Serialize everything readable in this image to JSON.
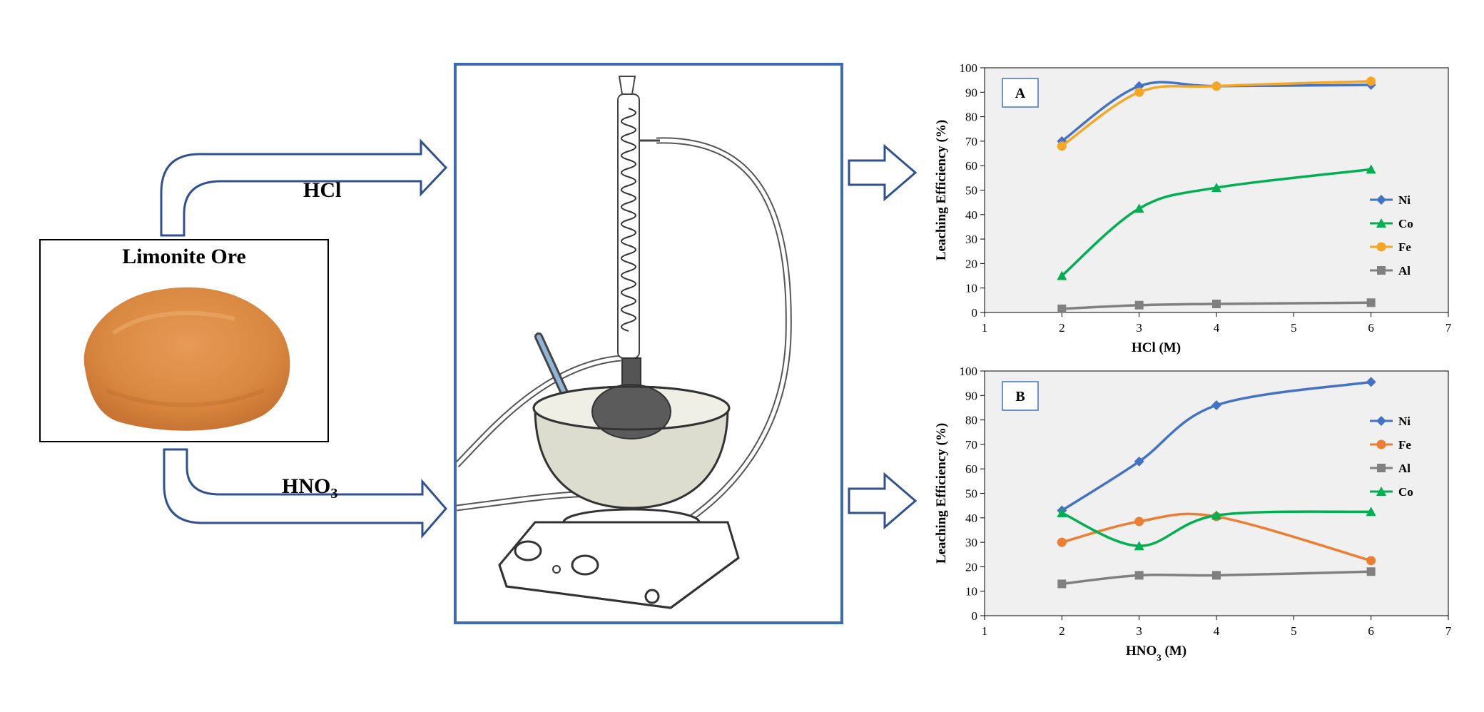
{
  "ore": {
    "title": "Limonite Ore"
  },
  "flow": {
    "acid_top": "HCl",
    "acid_bottom_base": "HNO",
    "acid_bottom_sub": "3"
  },
  "colors": {
    "ni": "#4472c4",
    "co": "#00b050",
    "fe": "#ed7d31",
    "fe_a": "#f5a623",
    "al": "#808080",
    "frame_blue": "#3f6bb5",
    "plot_bg": "#f0f0f0"
  },
  "chart_data": [
    {
      "type": "line",
      "panel_label": "A",
      "xlabel": "HCl (M)",
      "xlabel_sub": "",
      "ylabel": "Leaching Efficiency (%)",
      "xlim": [
        1,
        7
      ],
      "ylim": [
        0,
        100
      ],
      "xticks": [
        1,
        2,
        3,
        4,
        5,
        6,
        7
      ],
      "yticks": [
        0,
        10,
        20,
        30,
        40,
        50,
        60,
        70,
        80,
        90,
        100
      ],
      "grid": false,
      "legend_position": "right",
      "x": [
        2,
        3,
        4,
        6
      ],
      "series": [
        {
          "name": "Ni",
          "values": [
            70,
            92.5,
            92.5,
            93
          ],
          "marker": "diamond",
          "color": "#4472c4"
        },
        {
          "name": "Co",
          "values": [
            15,
            42.5,
            51,
            58.5
          ],
          "marker": "triangle",
          "color": "#00b050"
        },
        {
          "name": "Fe",
          "values": [
            68,
            90,
            92.5,
            94.5
          ],
          "marker": "circle",
          "color": "#f5a623"
        },
        {
          "name": "Al",
          "values": [
            1.5,
            3,
            3.5,
            4
          ],
          "marker": "square",
          "color": "#808080"
        }
      ]
    },
    {
      "type": "line",
      "panel_label": "B",
      "xlabel": "HNO",
      "xlabel_sub": "3",
      "xlabel_tail": " (M)",
      "ylabel": "Leaching Efficiency (%)",
      "xlim": [
        1,
        7
      ],
      "ylim": [
        0,
        100
      ],
      "xticks": [
        1,
        2,
        3,
        4,
        5,
        6,
        7
      ],
      "yticks": [
        0,
        10,
        20,
        30,
        40,
        50,
        60,
        70,
        80,
        90,
        100
      ],
      "grid": false,
      "legend_position": "right",
      "x": [
        2,
        3,
        4,
        6
      ],
      "series": [
        {
          "name": "Ni",
          "values": [
            43,
            63,
            86,
            95.5
          ],
          "marker": "diamond",
          "color": "#4472c4"
        },
        {
          "name": "Fe",
          "values": [
            30,
            38.5,
            40.5,
            22.5
          ],
          "marker": "circle",
          "color": "#ed7d31"
        },
        {
          "name": "Al",
          "values": [
            13,
            16.5,
            16.5,
            18
          ],
          "marker": "square",
          "color": "#808080"
        },
        {
          "name": "Co",
          "values": [
            42,
            28.5,
            41,
            42.5
          ],
          "marker": "triangle",
          "color": "#00b050"
        }
      ]
    }
  ]
}
